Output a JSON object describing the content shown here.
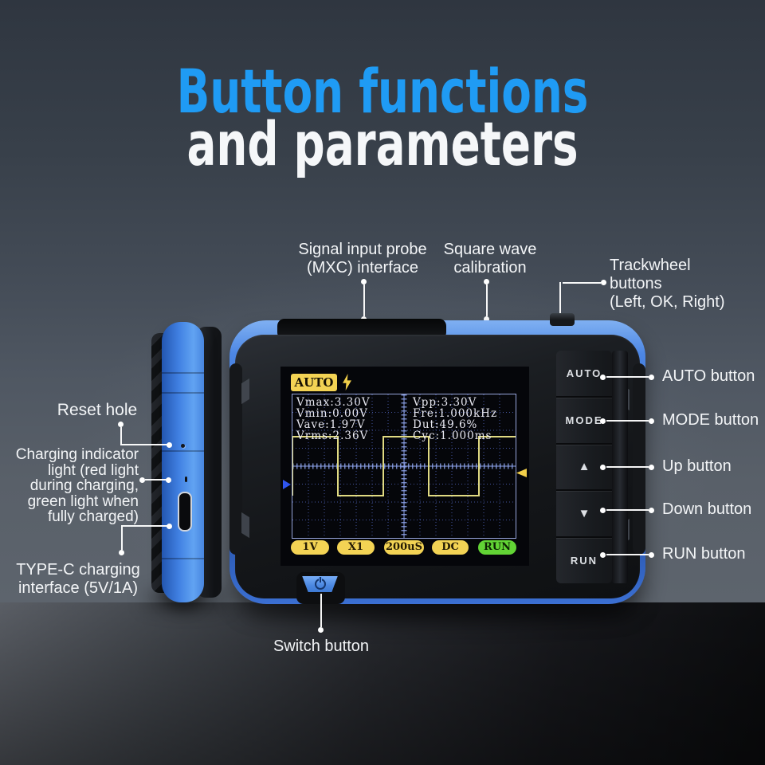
{
  "title": {
    "line1": "Button functions",
    "line2": "and parameters"
  },
  "callouts": {
    "probe": {
      "lines": [
        "Signal input probe",
        "(MXC) interface"
      ]
    },
    "square_wave": {
      "lines": [
        "Square wave",
        "calibration"
      ]
    },
    "trackwheel": {
      "lines": [
        "Trackwheel",
        "buttons",
        "(Left, OK, Right)"
      ]
    },
    "auto": {
      "label": "AUTO button"
    },
    "mode": {
      "label": "MODE button"
    },
    "up": {
      "label": "Up button"
    },
    "down": {
      "label": "Down button"
    },
    "run": {
      "label": "RUN button"
    },
    "reset": {
      "label": "Reset hole"
    },
    "charging": {
      "lines": [
        "Charging indicator",
        "light (red light",
        "during charging,",
        "green light when",
        "fully charged)"
      ]
    },
    "typec": {
      "lines": [
        "TYPE-C charging",
        "interface (5V/1A)"
      ]
    },
    "switch": {
      "label": "Switch button"
    }
  },
  "device": {
    "panel_buttons": [
      {
        "label": "AUTO"
      },
      {
        "label": "MODE"
      },
      {
        "label": "▲"
      },
      {
        "label": "▼"
      },
      {
        "label": "RUN"
      }
    ]
  },
  "scope": {
    "mode_tab": "AUTO",
    "measurements_left": [
      "Vmax:3.30V",
      "Vmin:0.00V",
      "Vave:1.97V",
      "Vrms:2.36V"
    ],
    "measurements_right": [
      "Vpp:3.30V",
      "Fre:1.000kHz",
      "Dut:49.6%",
      "Cyc:1.000ms"
    ],
    "pills": [
      {
        "label": "1V"
      },
      {
        "label": "X1"
      },
      {
        "label": "200uS"
      },
      {
        "label": "DC"
      },
      {
        "label": "RUN"
      }
    ],
    "waveform": {
      "type": "square",
      "vpp": "3.30V",
      "frequency": "1.000kHz",
      "duty": "49.6%",
      "period": "1.000ms"
    }
  },
  "colors": {
    "title_accent": "#1f9bf4",
    "device_blue": "#4584e8",
    "scope_yellow": "#f3d354",
    "run_green": "#62d435"
  }
}
